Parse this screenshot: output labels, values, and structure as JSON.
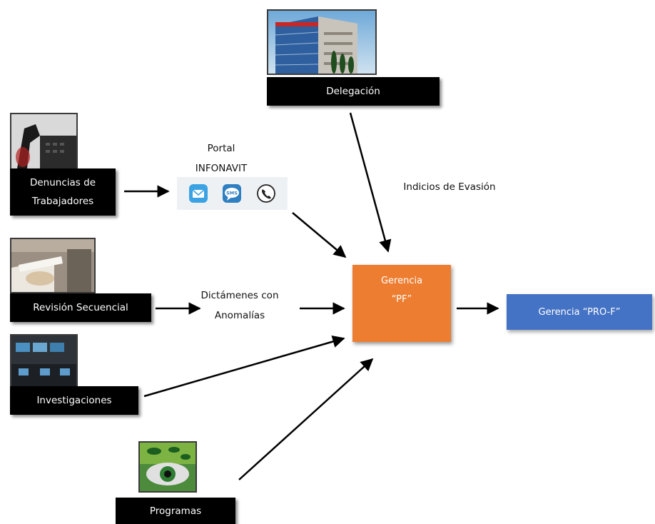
{
  "nodes": {
    "delegacion": "Delegación",
    "denuncias_line1": "Denuncias de",
    "denuncias_line2": "Trabajadores",
    "revision": "Revisión Secuencial",
    "investigaciones": "Investigaciones",
    "programas": "Programas",
    "gerencia_pf_line1": "Gerencia",
    "gerencia_pf_line2": "“PF”",
    "gerencia_prof": "Gerencia “PRO-F”"
  },
  "labels": {
    "portal_line1": "Portal",
    "portal_line2": "INFONAVIT",
    "indicios": "Indicios de Evasión",
    "dictamenes_line1": "Dictámenes con",
    "dictamenes_line2": "Anomalías"
  },
  "icons": [
    "email-icon",
    "sms-icon",
    "phone-icon"
  ],
  "colors": {
    "orange": "#ed7d31",
    "blue": "#4472c4",
    "box": "#000000"
  }
}
